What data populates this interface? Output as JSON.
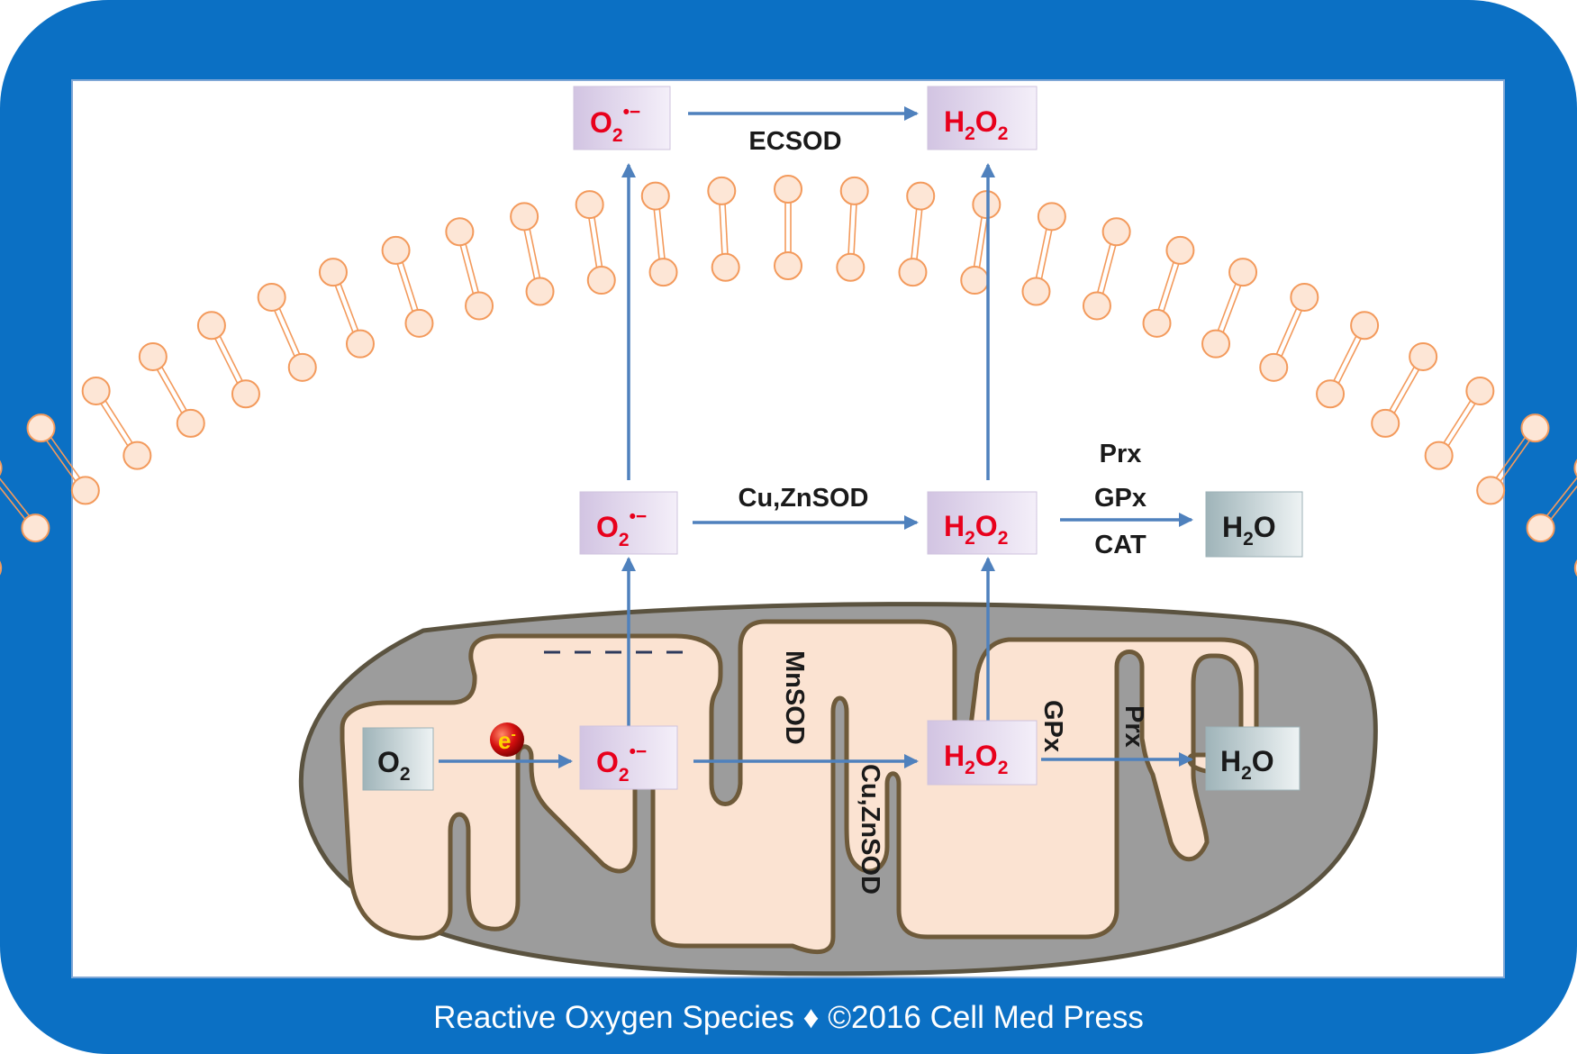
{
  "colors": {
    "frame_blue": "#0b70c4",
    "species_red": "#e8001c",
    "arrow_blue": "#4f81bd",
    "membrane_orange": "#f39a5c",
    "mito_outer": "#8a8a8a",
    "mito_matrix": "#fbe3d2"
  },
  "nodes": {
    "superoxide_extracellular": {
      "base": "O",
      "sub": "2",
      "sup": "•−"
    },
    "h2o2_extracellular": {
      "parts": [
        "H",
        "2",
        "O",
        "2"
      ]
    },
    "superoxide_cytosol": {
      "base": "O",
      "sub": "2",
      "sup": "•−"
    },
    "h2o2_cytosol": {
      "parts": [
        "H",
        "2",
        "O",
        "2"
      ]
    },
    "water_cytosol": {
      "parts": [
        "H",
        "2",
        "O"
      ]
    },
    "oxygen_mito": {
      "base": "O",
      "sub": "2"
    },
    "electron": {
      "base": "e",
      "sup": "-"
    },
    "superoxide_mito": {
      "base": "O",
      "sub": "2",
      "sup": "•−"
    },
    "h2o2_mito": {
      "parts": [
        "H",
        "2",
        "O",
        "2"
      ]
    },
    "water_mito": {
      "parts": [
        "H",
        "2",
        "O"
      ]
    }
  },
  "enzymes": {
    "ecsod": "ECSOD",
    "cuznsod_cytosol": "Cu,ZnSOD",
    "prx_cytosol": "Prx",
    "gpx_cytosol": "GPx",
    "cat_cytosol": "CAT",
    "mnsod": "MnSOD",
    "cuznsod_mito": "Cu,ZnSOD",
    "gpx_mito": "GPx",
    "prx_mito": "Prx"
  },
  "footer": "Reactive Oxygen Species ♦ ©2016 Cell Med Press"
}
